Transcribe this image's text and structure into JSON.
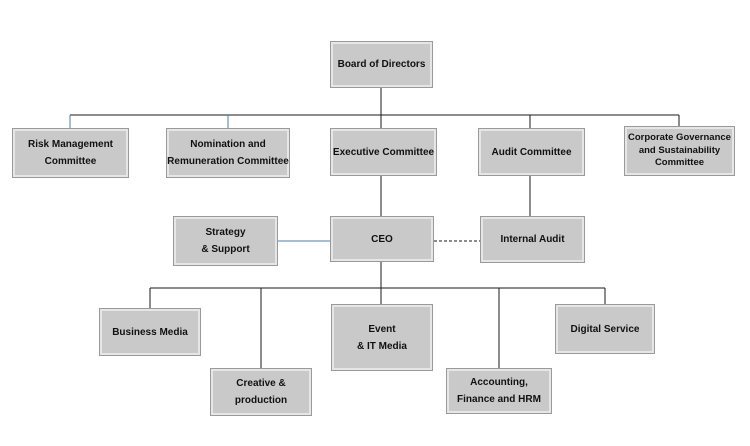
{
  "diagram": {
    "board": "Board of Directors",
    "committees": {
      "risk": "Risk Management\nCommittee",
      "nomination": "Nomination and\nRemuneration Committee",
      "executive": "Executive Committee",
      "audit": "Audit Committee",
      "governance": "Corporate Governance\nand Sustainability\nCommittee"
    },
    "strategy": "Strategy\n& Support",
    "ceo": "CEO",
    "internal_audit": "Internal Audit",
    "units": {
      "business_media": "Business Media",
      "creative": "Creative &\nproduction",
      "event_it": "Event\n& IT Media",
      "accounting": "Accounting,\nFinance and HRM",
      "digital": "Digital Service"
    },
    "colors": {
      "box_fill": "#c9c9c9",
      "box_border": "#9a9a9a",
      "line": "#1a1a1a",
      "blue_line": "#4a7fa8"
    }
  }
}
